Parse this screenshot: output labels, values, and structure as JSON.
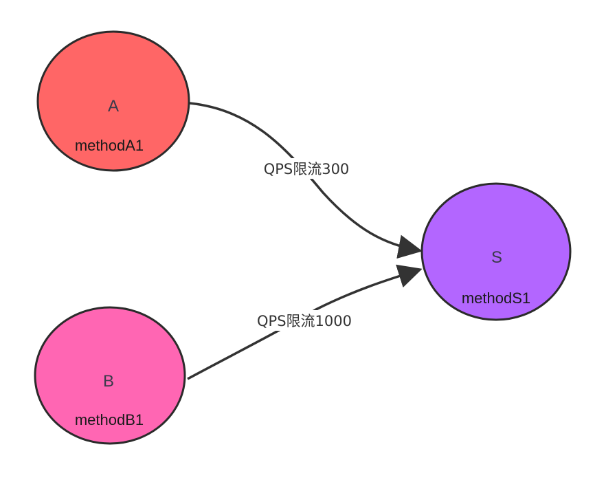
{
  "nodes": {
    "a": {
      "letter": "A",
      "method": "methodA1",
      "color": "#ff6666"
    },
    "b": {
      "letter": "B",
      "method": "methodB1",
      "color": "#ff66b3"
    },
    "s": {
      "letter": "S",
      "method": "methodS1",
      "color": "#b366ff"
    }
  },
  "edges": {
    "a_to_s": {
      "label": "QPS限流300"
    },
    "b_to_s": {
      "label": "QPS限流1000"
    }
  },
  "colors": {
    "stroke": "#2b2b2b",
    "edge": "#333333"
  }
}
